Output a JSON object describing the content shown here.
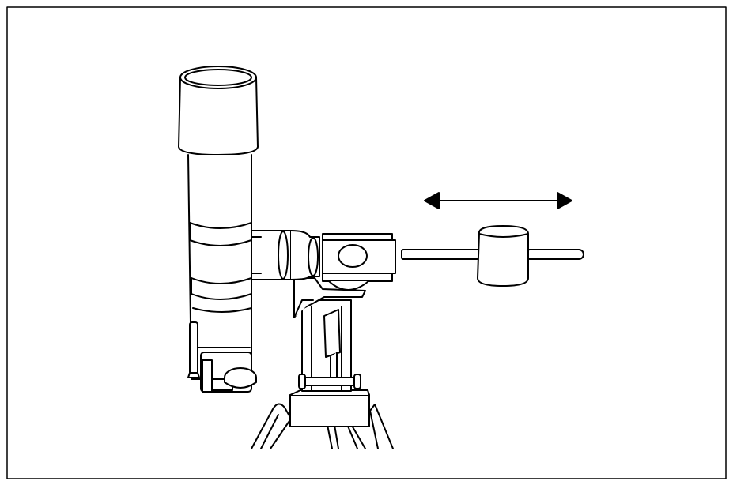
{
  "figure": {
    "stroke_color": "#000000",
    "fill_color": "#ffffff",
    "parts": [
      "frame-border",
      "telescope-dew-shield",
      "telescope-tube",
      "tube-ring",
      "focuser",
      "focus-knob",
      "mount-head",
      "declination-axis-housing",
      "counterweight-shaft",
      "counterweight",
      "adjustment-arrow",
      "tripod-head",
      "tripod-leg"
    ]
  }
}
